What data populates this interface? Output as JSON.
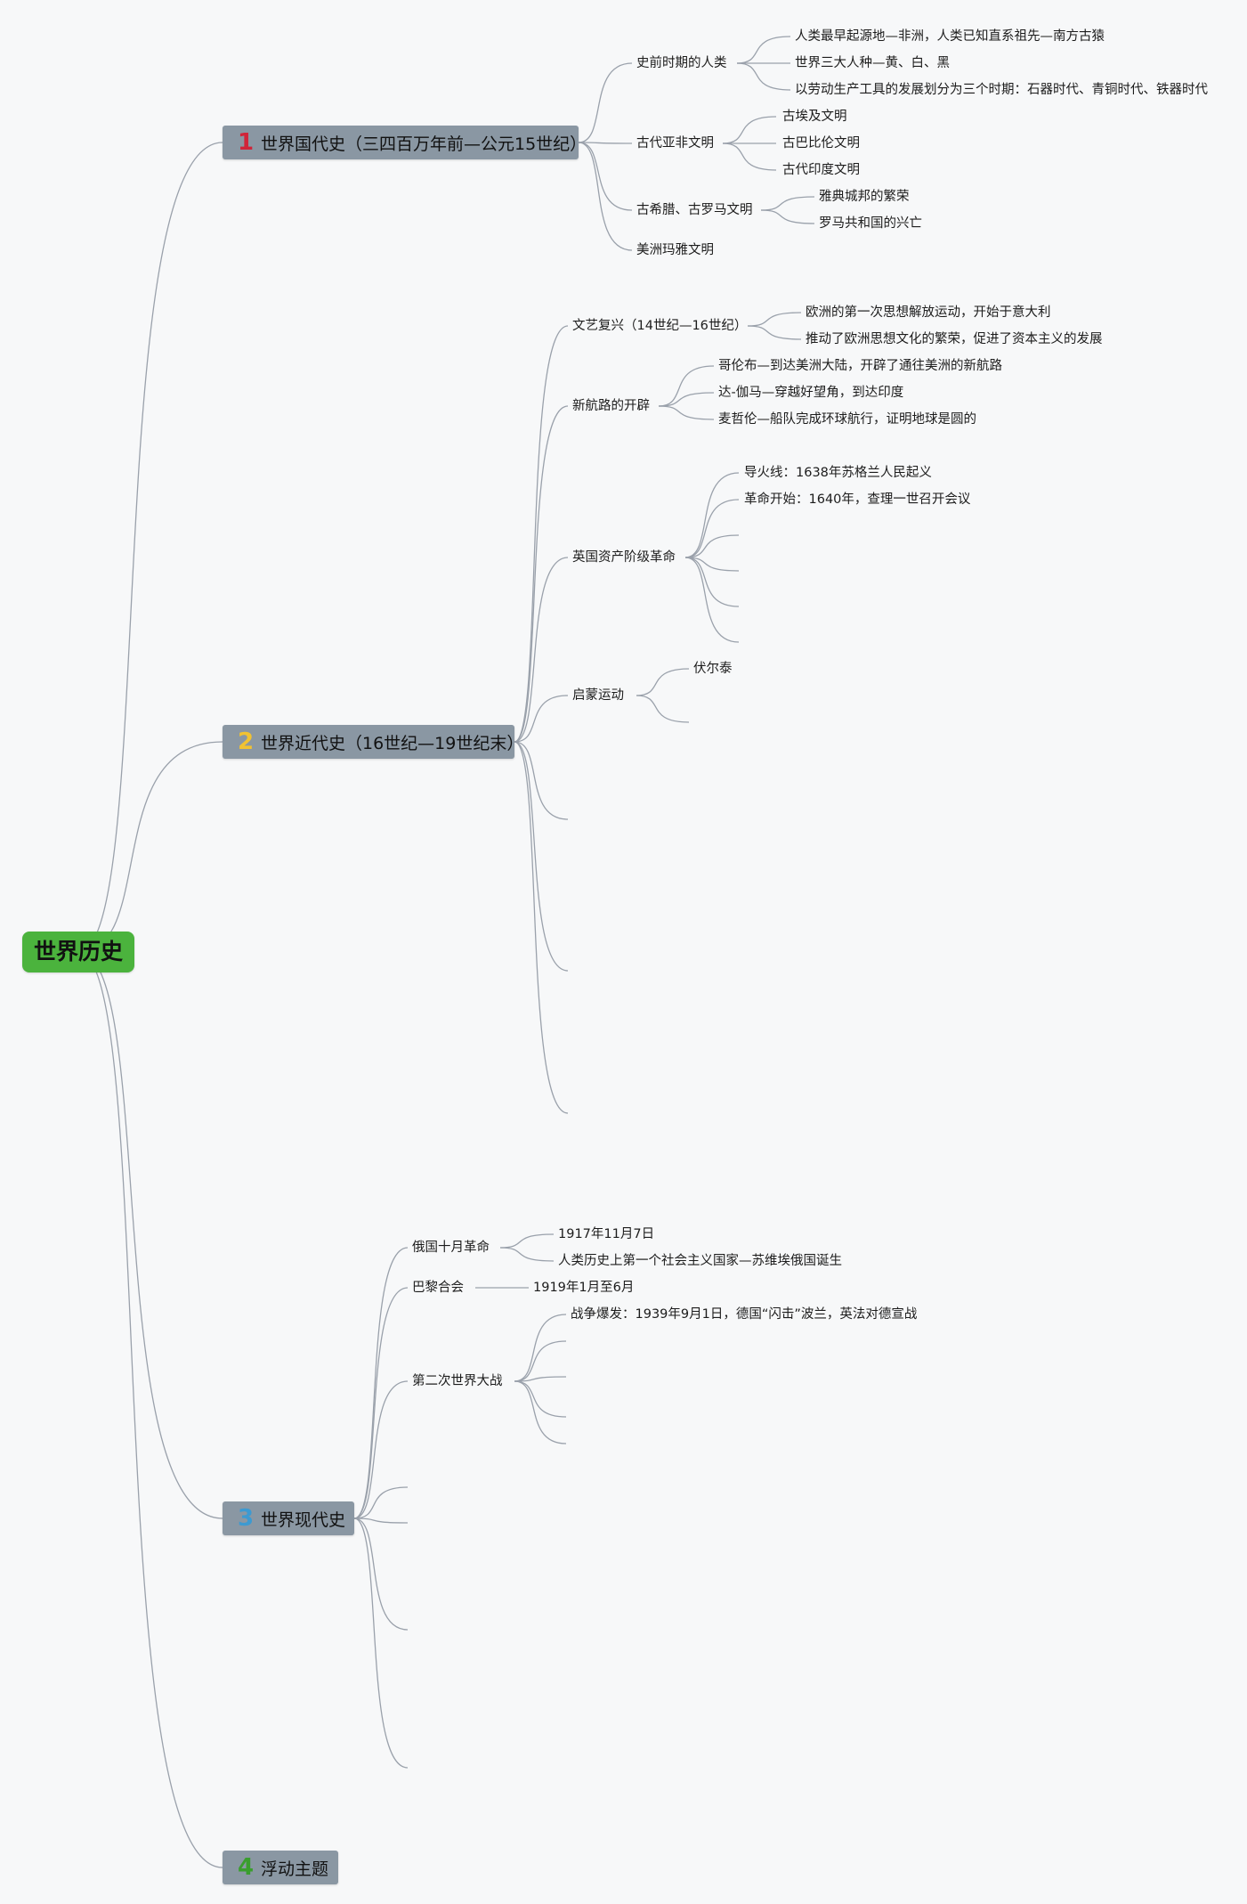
{
  "root": {
    "label": "世界历史"
  },
  "branches": [
    {
      "id": "ancient",
      "num": "1",
      "num_color": "#d0253a",
      "label": "世界国代史（三四百万年前—公元15世纪）",
      "children": [
        {
          "label": "史前时期的人类",
          "children": [
            "人类最早起源地—非洲，人类已知直系祖先—南方古猿",
            "世界三大人种—黄、白、黑",
            "以劳动生产工具的发展划分为三个时期：石器时代、青铜时代、铁器时代"
          ]
        },
        {
          "label": "古代亚非文明",
          "children": [
            "古埃及文明",
            "古巴比伦文明",
            "古代印度文明"
          ]
        },
        {
          "label": "古希腊、古罗马文明",
          "children": [
            "雅典城邦的繁荣",
            "罗马共和国的兴亡"
          ]
        },
        {
          "label": "美洲玛雅文明",
          "children": []
        }
      ]
    },
    {
      "id": "modern",
      "num": "2",
      "num_color": "#f1c232",
      "label": "世界近代史（16世纪—19世纪末）",
      "children": [
        {
          "label": "文艺复兴（14世纪—16世纪）",
          "children": [
            "欧洲的第一次思想解放运动，开始于意大利",
            "推动了欧洲思想文化的繁荣，促进了资本主义的发展"
          ]
        },
        {
          "label": "新航路的开辟",
          "children": [
            "哥伦布—到达美洲大陆，开辟了通往美洲的新航路",
            "达-伽马—穿越好望角，到达印度",
            "麦哲伦—船队完成环球航行，证明地球是圆的"
          ]
        },
        {
          "label": "英国资产阶级革命",
          "children": [
            "导火线：1638年苏格兰人民起义",
            "革命开始：1640年，查理一世召开会议",
            "",
            "",
            "",
            ""
          ]
        },
        {
          "label": "启蒙运动",
          "children": [
            "伏尔泰",
            ""
          ]
        },
        {
          "label": "",
          "children": []
        },
        {
          "label": "",
          "children": []
        },
        {
          "label": "",
          "children": []
        }
      ]
    },
    {
      "id": "contemporary",
      "num": "3",
      "num_color": "#3d9ad1",
      "label": "世界现代史",
      "children": [
        {
          "label": "俄国十月革命",
          "children": [
            "1917年11月7日",
            "人类历史上第一个社会主义国家—苏维埃俄国诞生"
          ]
        },
        {
          "label": "巴黎合会",
          "children": [
            "1919年1月至6月"
          ]
        },
        {
          "label": "第二次世界大战",
          "children": [
            "战争爆发：1939年9月1日，德国“闪击”波兰，英法对德宣战",
            "",
            "",
            "",
            ""
          ]
        },
        {
          "label": "",
          "children": []
        },
        {
          "label": "",
          "children": []
        },
        {
          "label": "",
          "children": []
        },
        {
          "label": "",
          "children": []
        }
      ]
    },
    {
      "id": "floating",
      "num": "4",
      "num_color": "#3a9e2e",
      "label": "浮动主题",
      "children": []
    }
  ]
}
